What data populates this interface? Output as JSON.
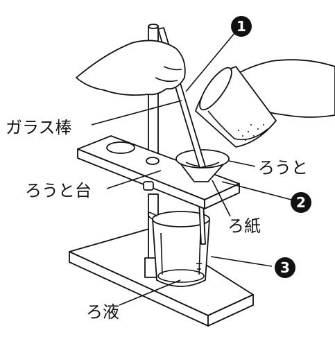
{
  "labels": {
    "glass_rod": "ガラス棒",
    "funnel": "ろうと",
    "funnel_stand": "ろうと台",
    "filter_paper": "ろ紙",
    "filtrate": "ろ液"
  },
  "markers": {
    "one": "1",
    "two": "2",
    "three": "3"
  },
  "colors": {
    "ink": "#111111",
    "paper": "#ffffff",
    "marker_fill": "#111111"
  }
}
